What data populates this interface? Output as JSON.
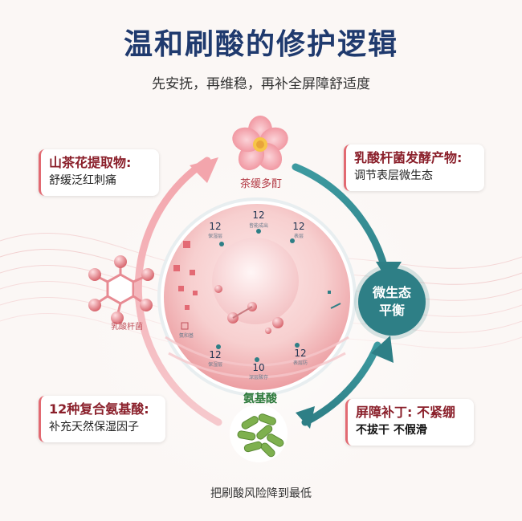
{
  "title": "温和刷酸的修护逻辑",
  "subtitle": "先安抚，再维稳，再补全屏障舒适度",
  "flower_label": "茶缓多酊",
  "molecule_label": "乳酸杆菌",
  "amino_label": "氨基酸",
  "balance": {
    "line1": "微生态",
    "line2": "平衡"
  },
  "cards": {
    "top_left": {
      "heading": "山茶花提取物:",
      "body": "舒缓泛红刺痛"
    },
    "top_right": {
      "heading": "乳酸杆菌发酵产物:",
      "body": "调节表层微生态"
    },
    "bottom_left": {
      "heading": "12种复合氨基酸:",
      "body": "补充天然保湿因子"
    },
    "bottom_right": {
      "heading": "屏障补丁: 不紧绷",
      "body": "不拔干 不假滑"
    }
  },
  "skin_markers": [
    {
      "value": "12",
      "label": "皆能成出"
    },
    {
      "value": "12",
      "label": "保湿层"
    },
    {
      "value": "12",
      "label": "表层"
    },
    {
      "value": "12",
      "label": "保湿层"
    },
    {
      "value": "10",
      "label": "深层酸存"
    },
    {
      "value": "12",
      "label": "表层防"
    }
  ],
  "left_side_label": "氨和基",
  "footer": "把刷酸风险降到最低",
  "colors": {
    "title": "#1f3a6e",
    "accent_red": "#8a1f2a",
    "teal": "#2e7f86",
    "pink": "#e98a91"
  }
}
